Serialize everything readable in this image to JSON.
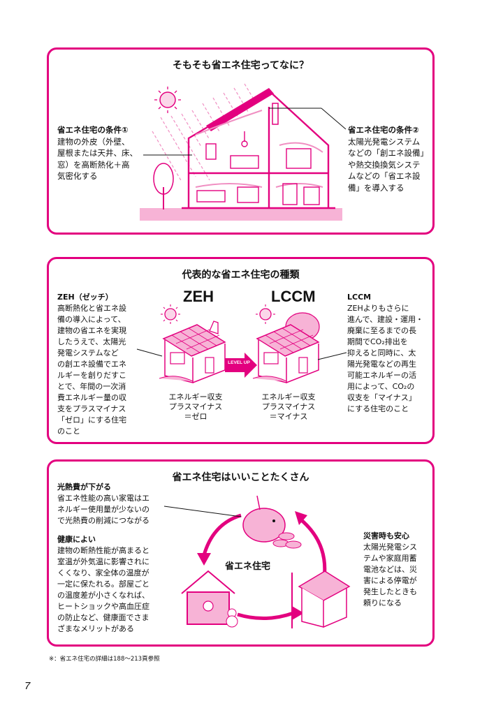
{
  "panel1": {
    "title": "そもそも省エネ住宅ってなに？",
    "left_head": "省エネ住宅の条件①",
    "left_body": [
      "建物の外皮（外壁、",
      "屋根または天井、床、",
      "窓）を高断熱化＋高",
      "気密化する"
    ],
    "right_head": "省エネ住宅の条件②",
    "right_body": [
      "太陽光発電システム",
      "などの「創エネ設備」",
      "や熱交換換気システ",
      "ムなどの「省エネ設",
      "備」を導入する"
    ]
  },
  "panel2": {
    "title": "代表的な省エネ住宅の種類",
    "zeh_label": "ZEH",
    "lccm_label": "LCCM",
    "level_up": "LEVEL UP",
    "zeh_caption": [
      "エネルギー収支",
      "プラスマイナス",
      "＝ゼロ"
    ],
    "lccm_caption": [
      "エネルギー収支",
      "プラスマイナス",
      "＝マイナス"
    ],
    "left_head": "ZEH（ゼッチ）",
    "left_body": [
      "高断熱化と省エネ設",
      "備の導入によって、",
      "建物の省エネを実現",
      "したうえで、太陽光",
      "発電システムなど",
      "の創エネ設備でエネ",
      "ルギーを創りだすこ",
      "とで、年間の一次消",
      "費エネルギー量の収",
      "支をプラスマイナス",
      "「ゼロ」にする住宅",
      "のこと"
    ],
    "right_head": "LCCM",
    "right_body": [
      "ZEHよりもさらに",
      "進んで、建設・運用・",
      "廃棄に至るまでの長",
      "期間でCO₂排出を",
      "抑えると同時に、太",
      "陽光発電などの再生",
      "可能エネルギーの活",
      "用によって、CO₂の",
      "収支を「マイナス」",
      "にする住宅のこと"
    ]
  },
  "panel3": {
    "title": "省エネ住宅はいいことたくさん",
    "center": "省エネ住宅",
    "b1_head": "光熱費が下がる",
    "b1_body": [
      "省エネ性能の高い家電はエ",
      "ネルギー使用量が少ないの",
      "で光熱費の削減につながる"
    ],
    "b2_head": "健康によい",
    "b2_body": [
      "建物の断熱性能が高まると",
      "室温が外気温に影響されに",
      "くくなり、家全体の温度が",
      "一定に保たれる。部屋ごと",
      "の温度差が小さくなれば、",
      "ヒートショックや高血圧症",
      "の防止など、健康面でさま",
      "ざまなメリットがある"
    ],
    "b3_head": "災害時も安心",
    "b3_body": [
      "太陽光発電シス",
      "テムや家庭用蓄",
      "電池などは、災",
      "害による停電が",
      "発生したときも",
      "頼りになる"
    ]
  },
  "footnote": "※：省エネ住宅の詳細は188〜213頁参照",
  "page_number": "7",
  "colors": {
    "accent": "#e3007f",
    "accent_light": "#f7b3d6",
    "ink": "#111111"
  }
}
